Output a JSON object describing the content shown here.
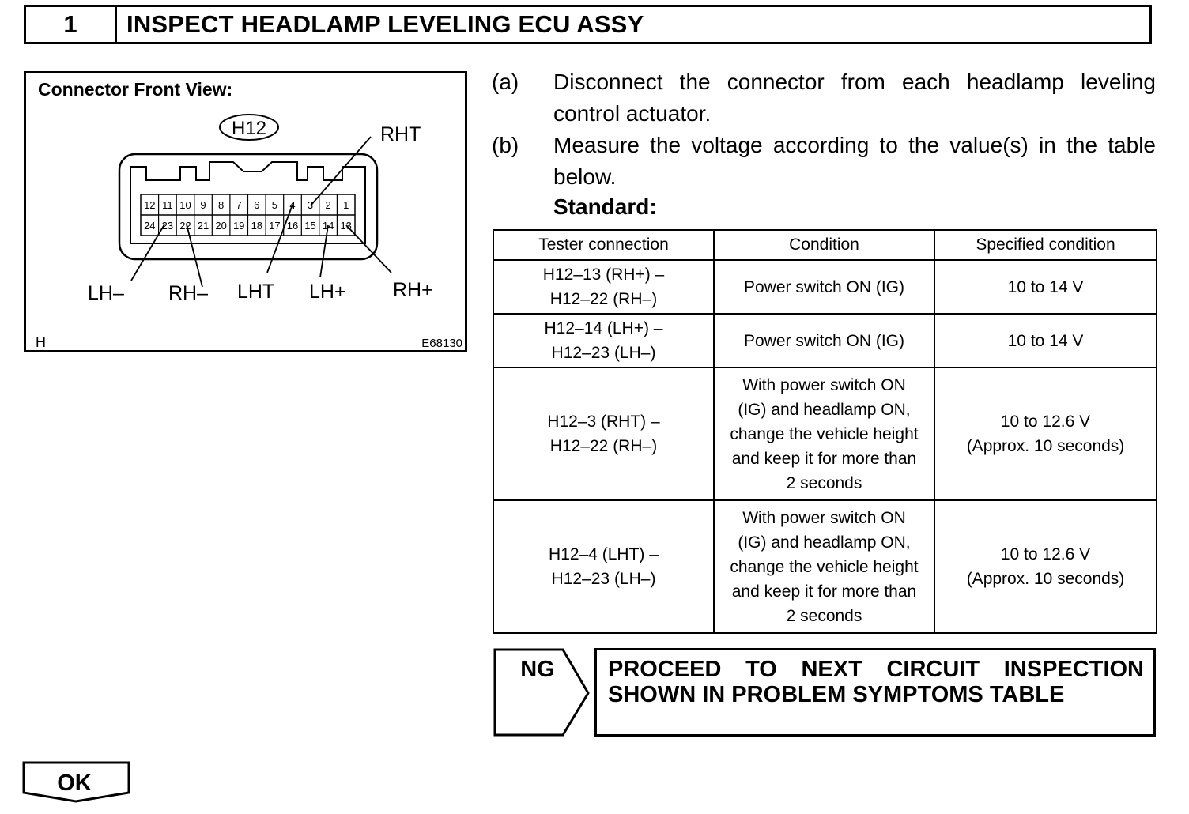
{
  "step": {
    "number": "1",
    "title": "INSPECT HEADLAMP LEVELING ECU ASSY"
  },
  "diagram": {
    "title": "Connector Front View:",
    "connector_id": "H12",
    "pins_top": [
      "12",
      "11",
      "10",
      "9",
      "8",
      "7",
      "6",
      "5",
      "4",
      "3",
      "2",
      "1"
    ],
    "pins_bottom": [
      "24",
      "23",
      "22",
      "21",
      "20",
      "19",
      "18",
      "17",
      "16",
      "15",
      "14",
      "13"
    ],
    "labels": {
      "rht": "RHT",
      "lh_minus": "LH–",
      "rh_minus": "RH–",
      "lht": "LHT",
      "lh_plus": "LH+",
      "rh_plus": "RH+"
    },
    "corner_left": "H",
    "corner_right": "E68130"
  },
  "instructions": [
    {
      "key": "(a)",
      "text": "Disconnect the connector from each headlamp leveling control actuator."
    },
    {
      "key": "(b)",
      "text": "Measure the voltage according to the value(s) in the table below."
    }
  ],
  "standard_label": "Standard:",
  "table": {
    "headers": [
      "Tester connection",
      "Condition",
      "Specified condition"
    ],
    "rows": [
      [
        "H12–13 (RH+) –\nH12–22 (RH–)",
        "Power switch ON (IG)",
        "10 to 14 V"
      ],
      [
        "H12–14 (LH+) –\nH12–23 (LH–)",
        "Power switch ON (IG)",
        "10 to 14 V"
      ],
      [
        "H12–3 (RHT) –\nH12–22 (RH–)",
        "With power switch ON\n(IG) and headlamp ON,\nchange the vehicle height\nand keep it for more than\n2 seconds",
        "10 to 12.6 V\n(Approx. 10 seconds)"
      ],
      [
        "H12–4 (LHT) –\nH12–23 (LH–)",
        "With power switch ON\n(IG) and headlamp ON,\nchange the vehicle height\nand keep it for more than\n2 seconds",
        "10 to 12.6 V\n(Approx. 10 seconds)"
      ]
    ]
  },
  "ng": {
    "label": "NG",
    "action": "PROCEED TO NEXT CIRCUIT INSPECTION SHOWN IN PROBLEM SYMPTOMS TABLE"
  },
  "ok": {
    "label": "OK"
  }
}
